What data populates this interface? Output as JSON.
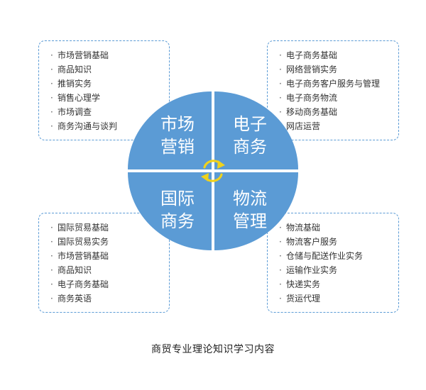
{
  "colors": {
    "quadrant": "#5b9bd5",
    "border": "#5b9bd5",
    "arrows": "#f0d21c"
  },
  "quadrants": {
    "top_left": {
      "line1": "市场",
      "line2": "营销"
    },
    "top_right": {
      "line1": "电子",
      "line2": "商务"
    },
    "bottom_left": {
      "line1": "国际",
      "line2": "商务"
    },
    "bottom_right": {
      "line1": "物流",
      "line2": "管理"
    }
  },
  "center_icon": "refresh-arrows-icon",
  "lists": {
    "top_left": [
      "市场营销基础",
      "商品知识",
      "推销实务",
      "销售心理学",
      "市场调查",
      "商务沟通与谈判"
    ],
    "top_right": [
      "电子商务基础",
      "网络营销实务",
      "电子商务客户服务与管理",
      "电子商务物流",
      "移动商务基础",
      "网店运营"
    ],
    "bottom_left": [
      "国际贸易基础",
      "国际贸易实务",
      "市场营销基础",
      "商品知识",
      "电子商务基础",
      "商务英语"
    ],
    "bottom_right": [
      "物流基础",
      "物流客户服务",
      "仓储与配送作业实务",
      "运输作业实务",
      "快递实务",
      "货运代理"
    ]
  },
  "caption": "商贸专业理论知识学习内容"
}
